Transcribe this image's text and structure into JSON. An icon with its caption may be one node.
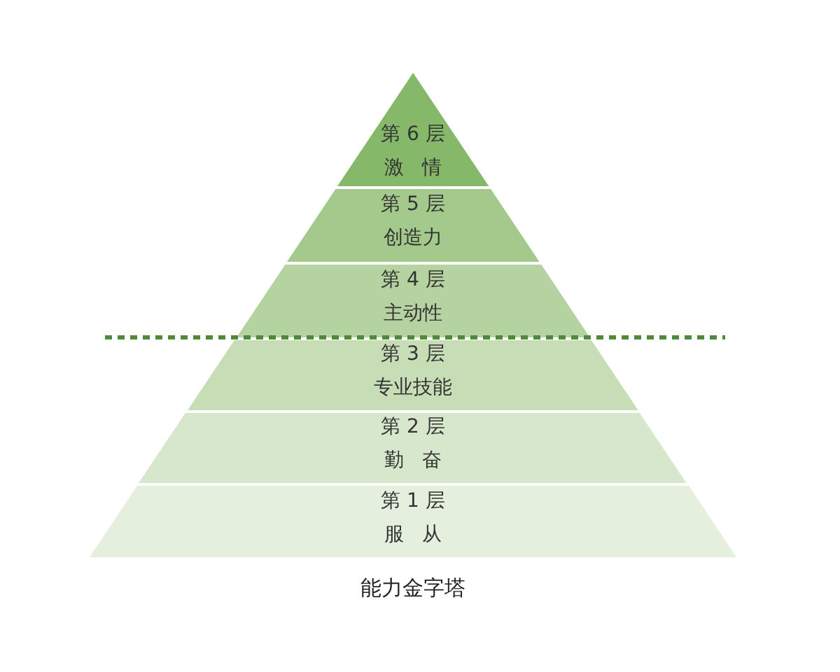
{
  "diagram": {
    "caption": "能力金字塔",
    "nodes": [
      {
        "text": [
          "第 6 层",
          "激情"
        ]
      },
      {
        "text": [
          "第 5 层",
          "创造力"
        ]
      },
      {
        "text": [
          "第 4 层",
          "主动性"
        ]
      },
      {
        "text": [
          "第 3 层",
          "专业技能"
        ]
      },
      {
        "text": [
          "第 2 层",
          "勤奋"
        ]
      },
      {
        "text": [
          "第 1 层",
          "服从"
        ]
      }
    ]
  }
}
